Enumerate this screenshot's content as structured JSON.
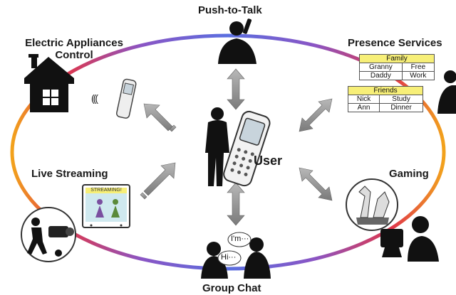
{
  "center": {
    "label": "User"
  },
  "services": {
    "push_to_talk": "Push-to-Talk",
    "appliances_line1": "Electric Appliances",
    "appliances_line2": "Control",
    "presence": "Presence Services",
    "live_streaming": "Live Streaming",
    "gaming": "Gaming",
    "group_chat": "Group Chat"
  },
  "presence_tables": {
    "family": {
      "title": "Family",
      "rows": [
        [
          "Granny",
          "Free"
        ],
        [
          "Daddy",
          "Work"
        ]
      ]
    },
    "friends": {
      "title": "Friends",
      "rows": [
        [
          "Nick",
          "Study"
        ],
        [
          "Ann",
          "Dinner"
        ]
      ]
    }
  },
  "streaming_screen": {
    "label": "STREAMING!"
  },
  "chat_bubbles": [
    "I'm···",
    "Hi···"
  ],
  "appliance_signal": "((("
}
